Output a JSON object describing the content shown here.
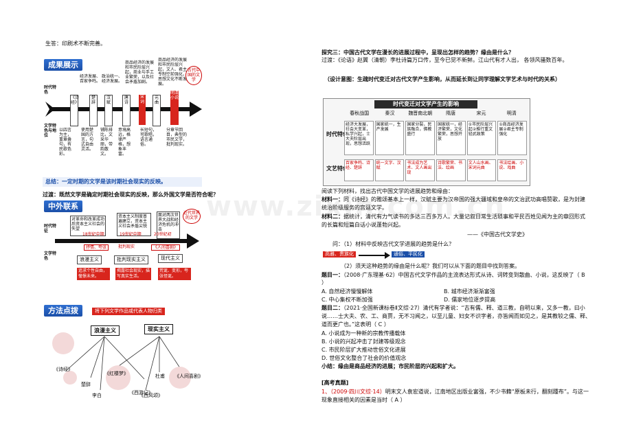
{
  "left": {
    "top_text": "生答：印刷术不断完善。",
    "section1": {
      "header": "成果展示",
      "row_era": "时代特色",
      "row_lit": "文学特色与地位",
      "eras": [
        "《诗经》",
        "楚辞",
        "汉赋",
        "唐诗",
        "宋词",
        "元曲",
        "明清小说"
      ],
      "era_notes": [
        "经济发展、百家争鸣。",
        "政治统一、经济发展。",
        "商品经济的发展和市民阶层兴起，商业与手工业繁荣，以及社会矛盾加剧。",
        "商品经济的发展和市民阶层兴起，文人、君主专制空前强化，思想文化不断发展。"
      ],
      "lit_notes": [
        "以四言为主，重章叠句，有民歌色彩。",
        "使用楚国的方言，句式自由灵活。",
        "铺陈排比，文采华丽，带韵散文。",
        "意境高远，格律严格，想象丰富。",
        "长短句，可歌唱，语言通俗。",
        "分章节回目，典型的市民文学，批判现实。"
      ],
      "china_badge": "古代中国的文学",
      "summary": "总结：一定时期的文学是该时期社会现实的反映。"
    },
    "transition": "过渡：既然文学是确定时期社会现实的反映，那么外国文学是否符合呢？",
    "section2": {
      "header": "中外联系",
      "row_era": "时代特征",
      "row_lit": "文学特色",
      "boxes": [
        "对革命和改革成功后资本主义社会的失望",
        "资本主义制度普遍建立，资本主义社会矛盾尖锐",
        "面对两次世界大战和经济危机的冲击"
      ],
      "world_badge": "近代世界的文学",
      "timeline": [
        "18世纪中期",
        "19世纪中期",
        "20世纪初"
      ],
      "timeline_sub": [
        "抒情、夸张",
        "批判现实",
        "《人间喜剧》"
      ],
      "labels": [
        "浪漫主义",
        "批判现实主义",
        "现代主义"
      ],
      "red_notes": [
        "追求个性自由，憧憬未来。",
        "揭露社会现实，描写真实生活。",
        "荒诞、变形，夸张怪诞。"
      ]
    },
    "section3": {
      "header": "方法点拨",
      "prompt": "将下列文学作品或代表人物归类",
      "romantic": "浪漫主义",
      "realist": "现实主义",
      "items": [
        "《诗经》",
        "楚辞",
        "李白",
        "《红楼梦》",
        "《西游记》",
        "杜甫",
        "《西风颂》",
        "《人间喜剧》"
      ]
    }
  },
  "right": {
    "q3_title": "探究三：中国古代文学在漫长的进展过程中，呈现出怎样的趋势？缘由是什么？",
    "q3_intro": "过渡：《论语》赵翼（清朝）李杜诗篇万口传，至今已觉不新鲜。江山代有才人出，  各领风骚数百年。",
    "design_intent": "（设计意图：生疏时代变迁对古代文学产生影响，从而延长到让同学理解文学艺术与时代的关系）",
    "table": {
      "title": "时代变迁对文学产生的影响",
      "cols": [
        "春秋战国",
        "秦汉",
        "魏晋南北朝",
        "隋唐",
        "宋元",
        "明清"
      ],
      "row1_label": "时代特色",
      "row1": [
        "经济大发展，社会大变革，私学兴起，士大夫阶层出现，思想活跃",
        "国家统一，生产发展",
        "国家分裂，民族融合，佛教盛行",
        "国家统一，经济繁荣，文化繁荣，思想开放",
        "①市民阶层兴起②推行重文轻武政策",
        "①商品经济发展②君主专制强化"
      ],
      "row2_label": "文艺特色",
      "row2": [
        "百家争鸣、诗经、楚辞",
        "统一文字、汉赋",
        "书法成为艺术、文人画出现",
        "诗歌繁荣、书法、绘画",
        "文人山水画、宋词元曲",
        "书法绘画、小说、戏曲"
      ]
    },
    "read_intro": "阅读下列材料，找出古代中国文学的进展趋势和缘由：",
    "m1_label": "材料一：",
    "m1": "同《诗经》的雅颂基本上一样，汉赋主要为汉帝国的强大疆域和皇帝的文治武功高唱赞歌，是为封建统治阶级服务的宫廷文学。",
    "m2_label": "材料二：",
    "m2": "据统计，清代有力气读书的多达三百多万人。大量记叙日常生活琐事和平民百姓见闻为主的章回形式的长篇和短篇白话小说蓬勃兴起。",
    "source": "——《中国古代文学史》",
    "q1": "问：（1）材料中反映古代文学进展的趋势是什么？",
    "trend_from": "高雅、贵族化",
    "trend_to": "通俗、平民化",
    "q2": "（2）须天这种趋势的缘由是什么呢？我们可以从下面的题目中找到答案。",
    "t1_label": "题目一：",
    "t1": "（2008·广东理基·62）中国古代文学作品的主流表达形式从诗、词转变到散曲、小说，这反映了（  B  ）",
    "t1_opts": [
      "A. 自然经济慢慢解体",
      "B. 城市经济渐渐富强",
      "C. 中心集权不断加强",
      "D. 儒家地位逐步提高"
    ],
    "t2_label": "题目二：",
    "t2": "（2021·全国新课标卷Ⅱ文综·27）清代有学者说：“古有儒、释、道三教，自明以来，又多一教，曰小说……士大夫、农、工、商贾，无不习闻之，以至儿童、妇女不识字者，亦皆闻而如见之，是其教较之儒、释、道而更广也。”这表明（  C  ）",
    "t2_opts": [
      "A. 小说成为一种新的宗教传播载体",
      "B. 小说的兴起冲击了封建等级观念",
      "C. 市民阶层扩大推动世俗文化进展",
      "D. 世俗文化整合了社会的价值观念"
    ],
    "summary": "小结：缘由是商品经济的进展；市民阶层的兴起和扩大。",
    "exam_header": "[高考真题]",
    "exam_q_num": "1、（2009·四川文综·14）",
    "exam_q": "明末文人袁宏道说，江南地区出版业富强，不少书籍“原板未行，翻刻踵布”。与这一现象直接相关的因素是当时（  A  ）"
  },
  "watermark": "www.zixin.com.cn",
  "colors": {
    "accent_blue": "#1b4fa8",
    "accent_red": "#d8251d",
    "table_header_bg": "#2a2a2a"
  }
}
